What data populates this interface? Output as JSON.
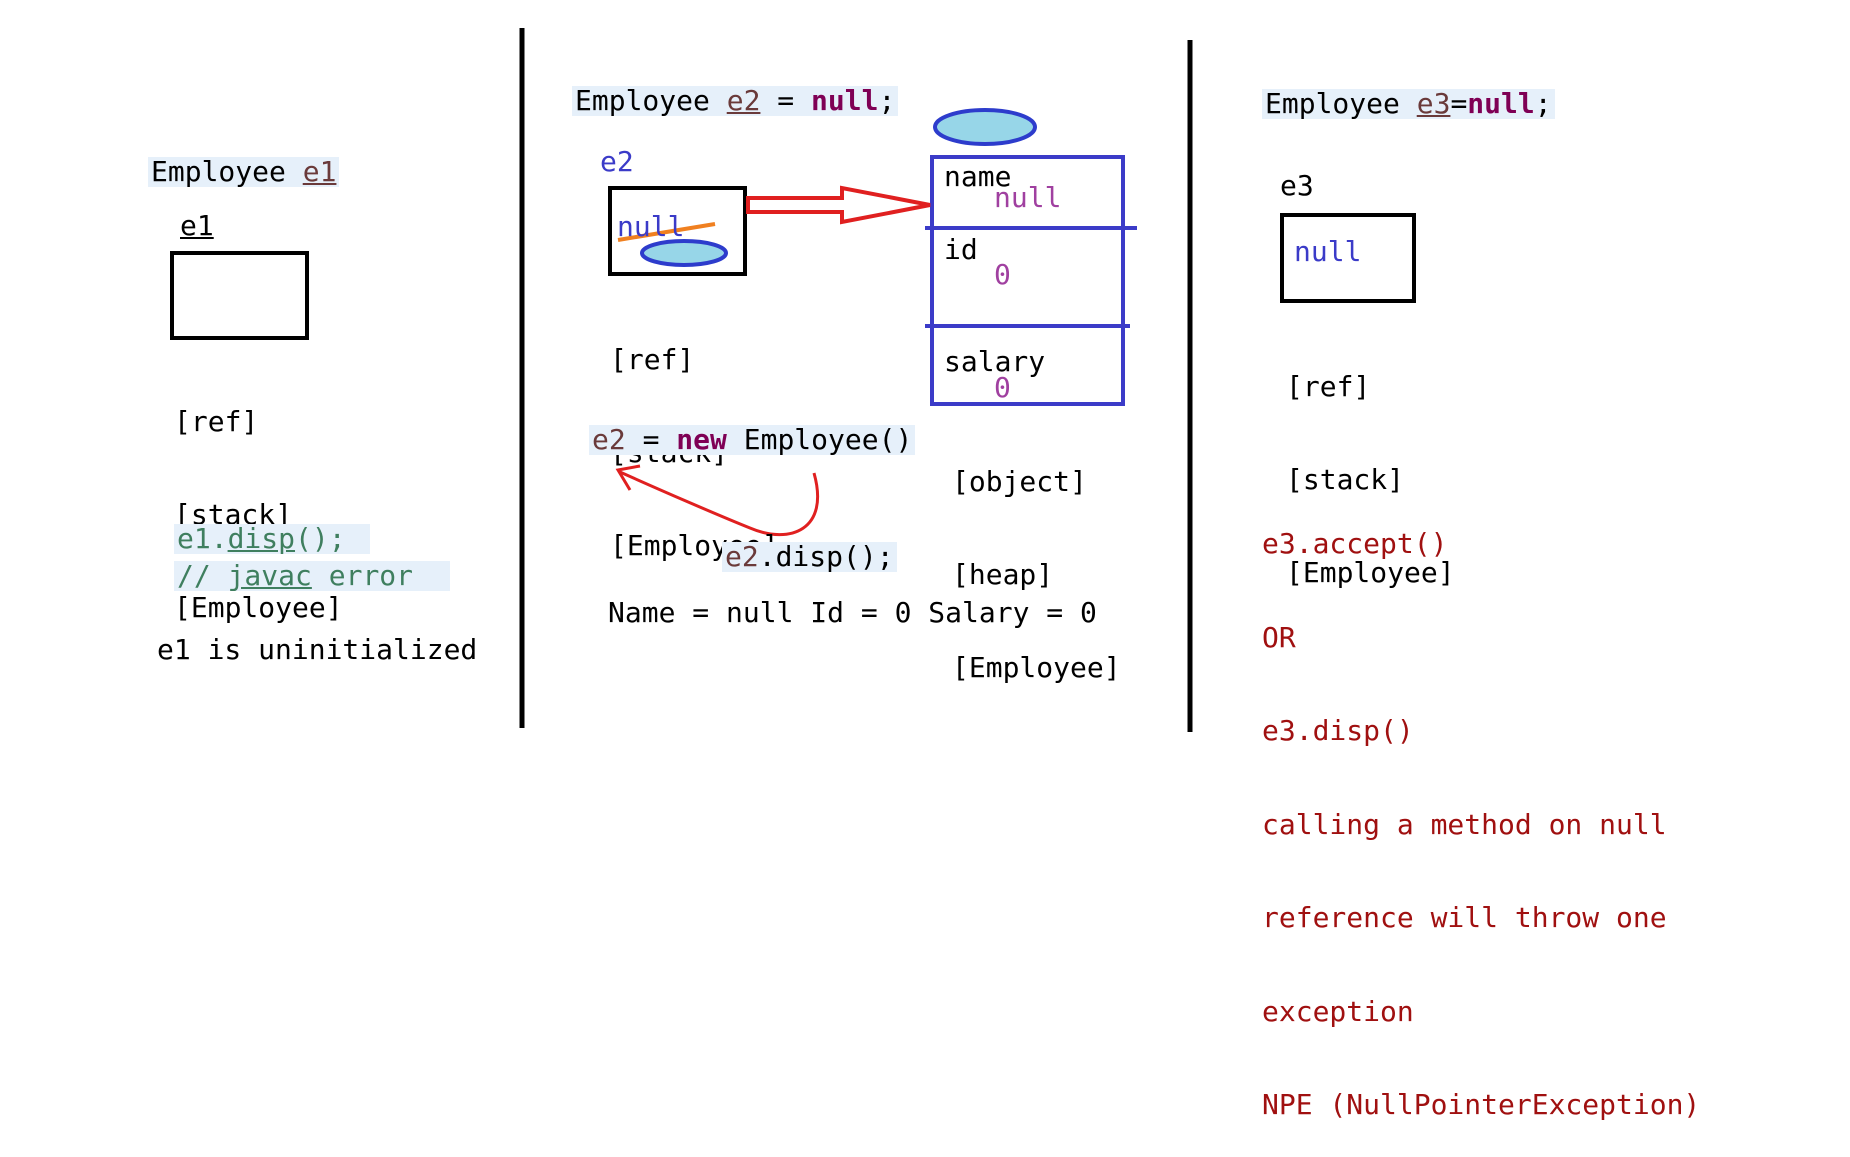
{
  "panel1": {
    "declaration_type": "Employee",
    "declaration_var": "e1",
    "box_label": "e1",
    "box_meta": [
      "[ref]",
      "[stack]",
      "[Employee]"
    ],
    "call_var": "e1",
    "call_method": "disp",
    "call_suffix": "();",
    "comment_prefix": "// ",
    "comment_word": "javac",
    "comment_suffix": " error",
    "note": "e1 is uninitialized"
  },
  "panel2": {
    "declaration_type": "Employee ",
    "declaration_var": "e2",
    "declaration_eq": " = ",
    "declaration_null": "null",
    "declaration_semi": ";",
    "box_label": "e2",
    "box_value": "null",
    "box_meta": [
      "[ref]",
      "[stack]",
      "[Employee]"
    ],
    "assign_var": "e2",
    "assign_eq": " = ",
    "assign_new": "new",
    "assign_ctor": " Employee()",
    "call_var": "e2",
    "call_rest": ".disp();",
    "output": "Name = null Id = 0 Salary = 0",
    "object": {
      "fields": [
        {
          "name": "name",
          "value": "null"
        },
        {
          "name": "id",
          "value": "0"
        },
        {
          "name": "salary",
          "value": "0"
        }
      ],
      "meta": [
        "[object]",
        "[heap]",
        "[Employee]"
      ]
    }
  },
  "panel3": {
    "declaration_type": "Employee ",
    "declaration_var": "e3",
    "declaration_eq": "=",
    "declaration_null": "null",
    "declaration_semi": ";",
    "box_label": "e3",
    "box_value": "null",
    "box_meta": [
      "[ref]",
      "[stack]",
      "[Employee]"
    ],
    "notes": [
      "e3.accept()",
      "OR",
      "e3.disp()",
      "calling a method on null",
      "reference will throw one",
      "exception",
      "NPE (NullPointerException)"
    ]
  },
  "colors": {
    "box_border": "#000000",
    "object_border": "#3b3bc8",
    "arrow_red": "#e02020",
    "strike_orange": "#f08020",
    "ellipse_fill": "#97d6e8",
    "ellipse_stroke": "#2d3ccc"
  }
}
